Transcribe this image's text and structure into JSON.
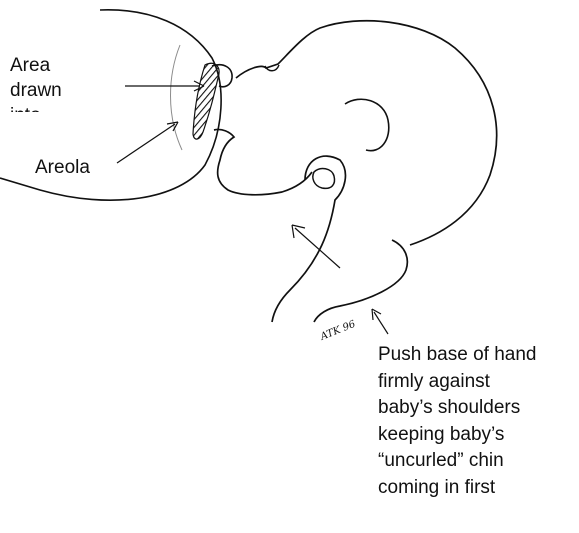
{
  "labels": {
    "area_line1": "Area",
    "area_line2": "drawn",
    "area_line3": "into",
    "areola": "Areola",
    "push_lines": [
      "Push base of hand",
      "firmly against",
      "baby’s shoulders",
      "keeping baby’s",
      "“uncurled” chin",
      "coming in first"
    ]
  },
  "artwork": {
    "handwritten_mark": "ATK 96"
  },
  "colors": {
    "ink": "#111111",
    "breast_line": "#8c8c8c",
    "background": "#ffffff"
  }
}
